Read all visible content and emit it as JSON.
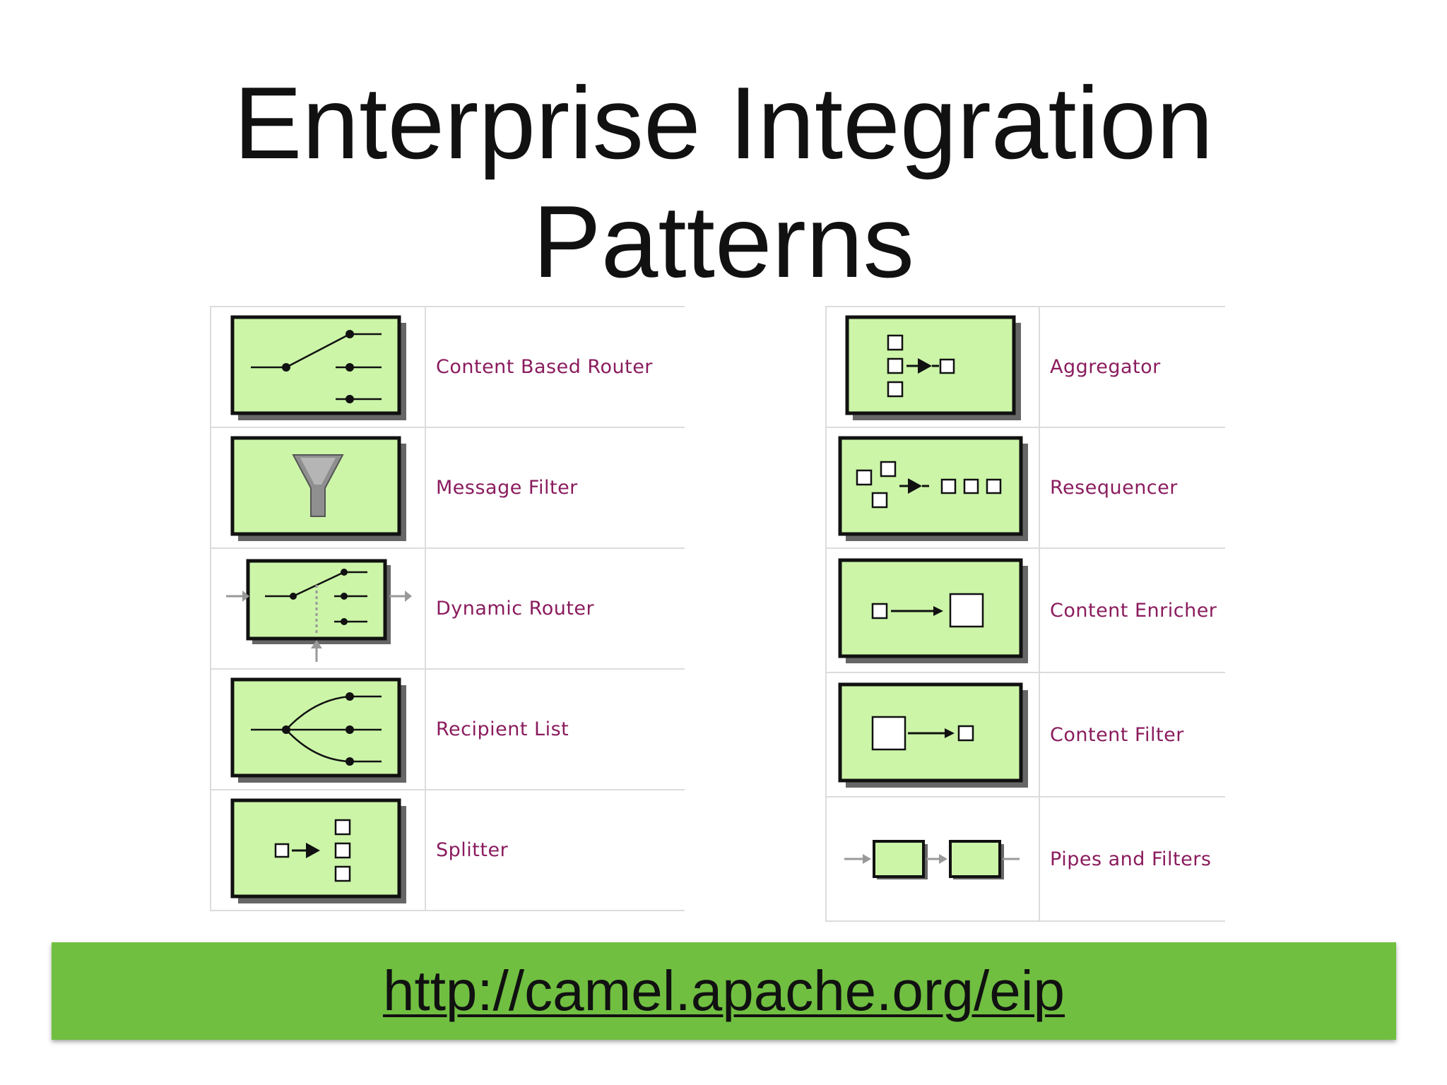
{
  "title": {
    "line1": "Enterprise Integration",
    "line2": "Patterns"
  },
  "left_patterns": [
    {
      "label": "Content Based Router",
      "icon": "content-based-router-icon"
    },
    {
      "label": "Message Filter",
      "icon": "message-filter-icon"
    },
    {
      "label": "Dynamic Router",
      "icon": "dynamic-router-icon"
    },
    {
      "label": "Recipient List",
      "icon": "recipient-list-icon"
    },
    {
      "label": "Splitter",
      "icon": "splitter-icon"
    }
  ],
  "right_patterns": [
    {
      "label": "Aggregator",
      "icon": "aggregator-icon"
    },
    {
      "label": "Resequencer",
      "icon": "resequencer-icon"
    },
    {
      "label": "Content Enricher",
      "icon": "content-enricher-icon"
    },
    {
      "label": "Content Filter",
      "icon": "content-filter-icon"
    },
    {
      "label": "Pipes and Filters",
      "icon": "pipes-and-filters-icon"
    }
  ],
  "footer": {
    "link_text": "http://camel.apache.org/eip"
  },
  "colors": {
    "icon_fill": "#ccf5a8",
    "label_text": "#8a1c5e",
    "footer_bar": "#70bf41"
  }
}
